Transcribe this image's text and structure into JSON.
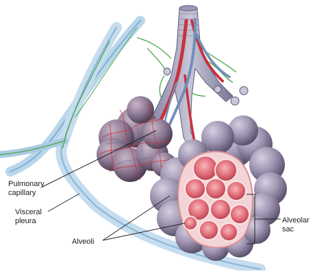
{
  "labels": {
    "pulmonary_capillary": {
      "line1": "Pulmonary",
      "line2": "capillary"
    },
    "visceral_pleura": {
      "line1": "Visceral",
      "line2": "pleura"
    },
    "alveoli": "Alveoli",
    "alveolar_sac": {
      "line1": "Alveolar",
      "line2": "sac"
    }
  },
  "colors": {
    "pleura_blue": "#9fc3dc",
    "capillary_green": "#4aa646",
    "artery_red": "#c8323c",
    "vein_blue": "#6f8fb8",
    "alveolus_purple": "#a39ab4",
    "alveolus_interior": "#e47a85"
  }
}
